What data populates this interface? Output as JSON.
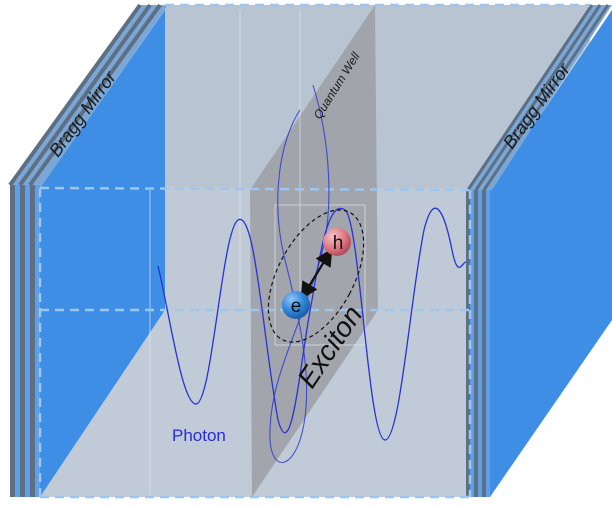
{
  "labels": {
    "bragg_mirror_left": "Bragg Mirror",
    "bragg_mirror_right": "Bragg Mirror",
    "quantum_well": "Quantum Well",
    "exciton": "Exciton",
    "photon": "Photon",
    "electron": "e",
    "hole": "h"
  },
  "colors": {
    "mirror_blue": "#3f8ee6",
    "mirror_edge": "#2a6fc0",
    "cavity_fill": "#b8c3d1",
    "quantum_well_fill": "#9c9fa4",
    "photon_wave": "#2533d6",
    "electron": "#2f86dc",
    "hole": "#e07a86",
    "dashed_edge": "#9cc6ee"
  }
}
